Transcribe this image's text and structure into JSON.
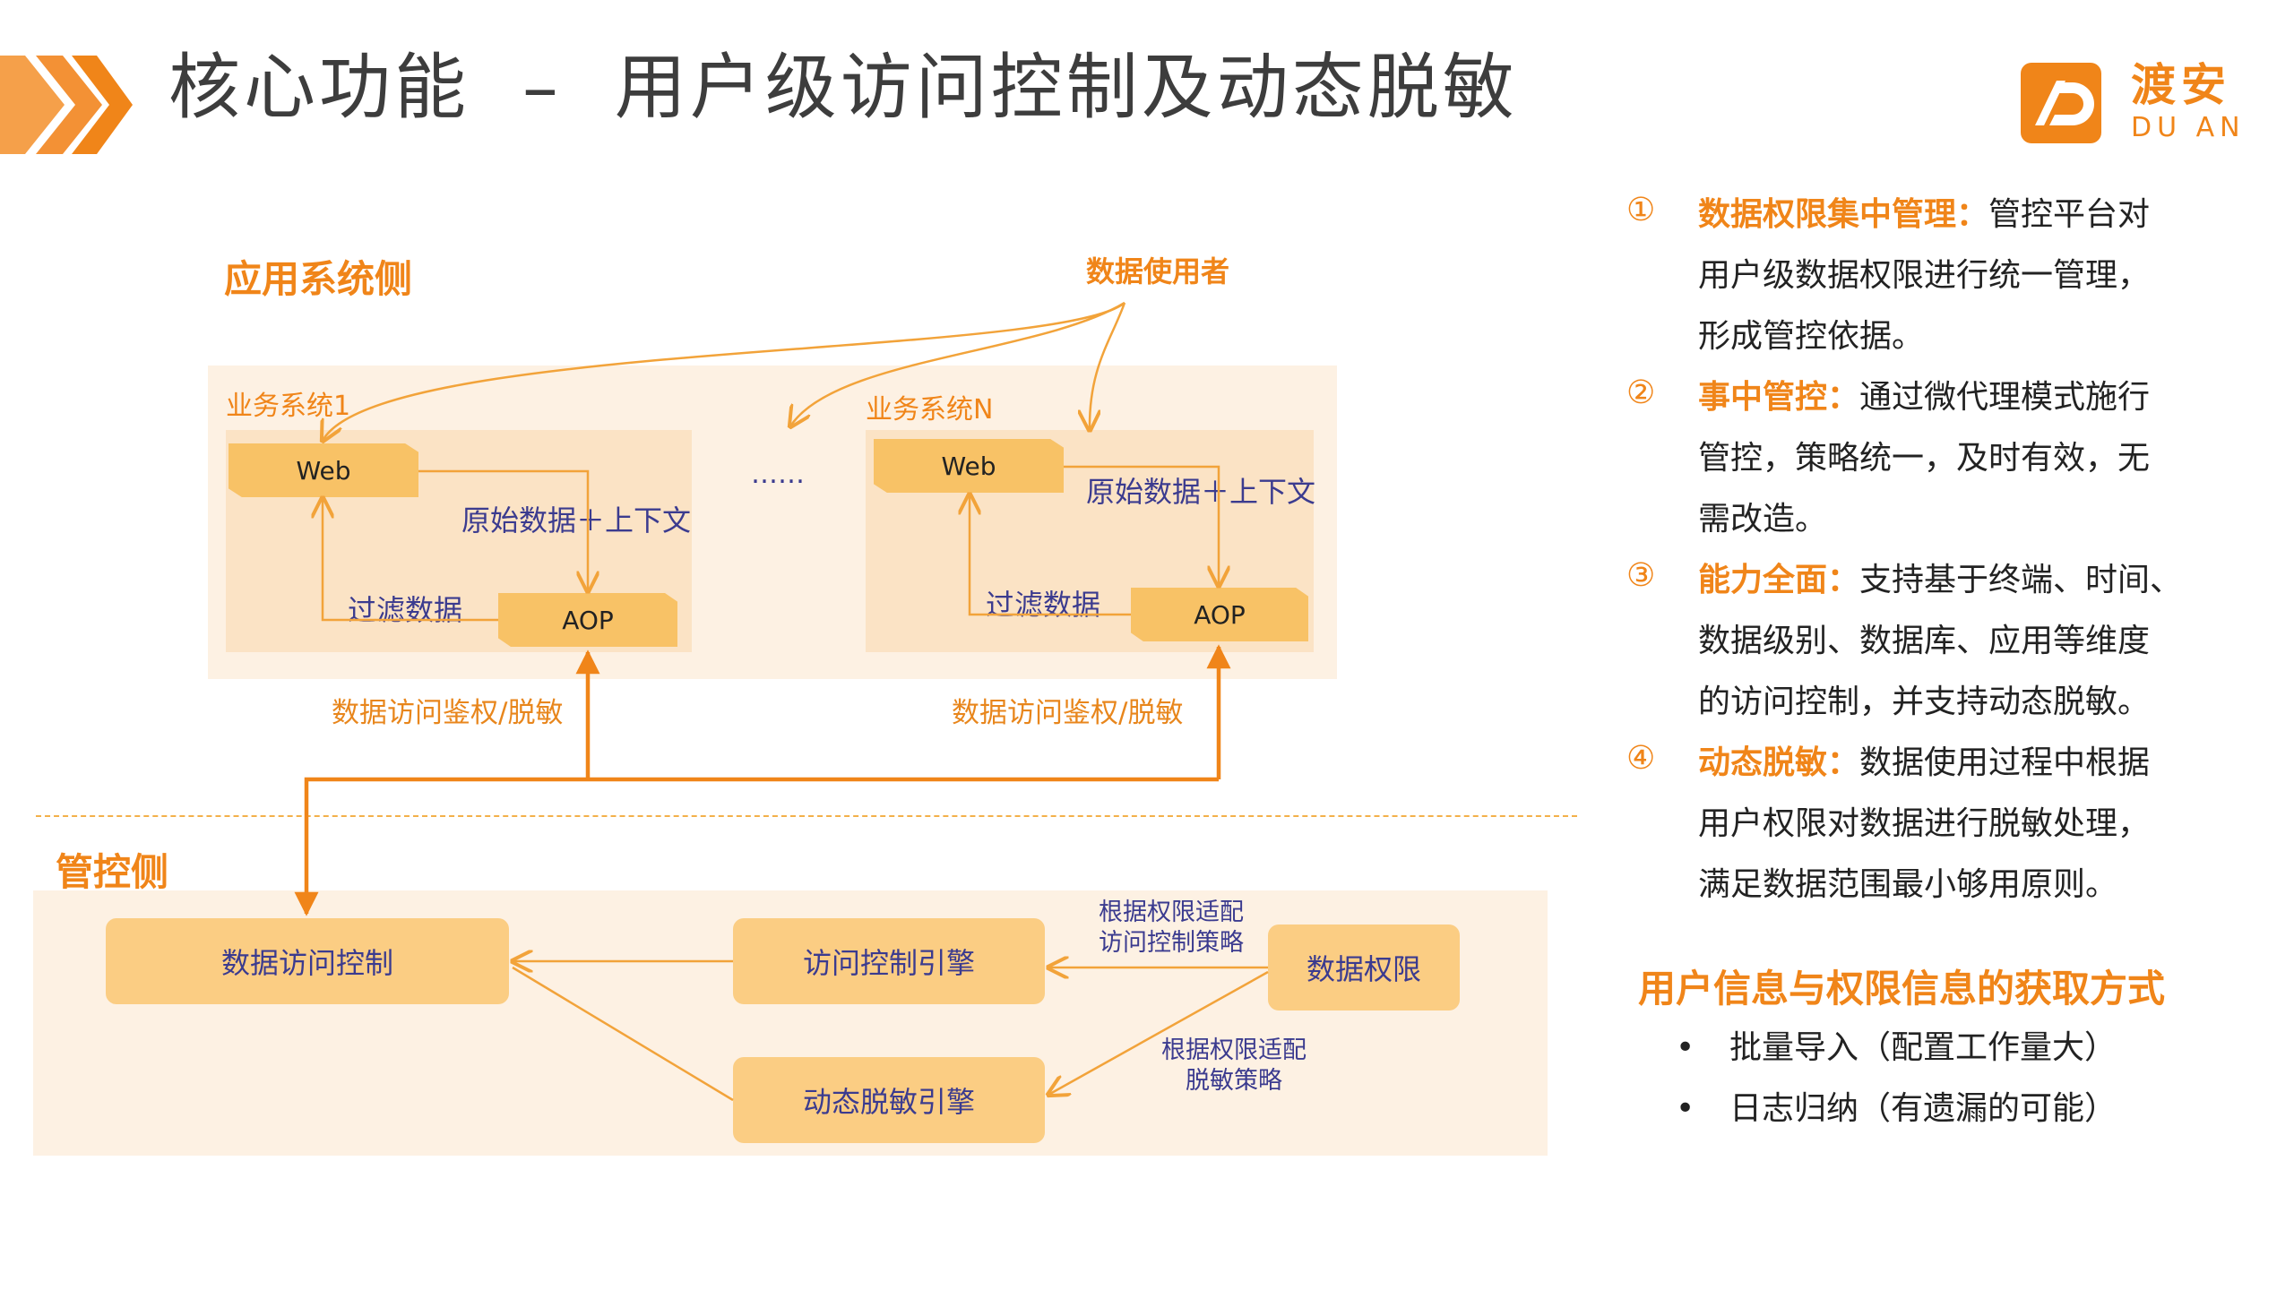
{
  "page": {
    "title": "核心功能  –  用户级访问控制及动态脱敏"
  },
  "logo": {
    "cn": "渡安",
    "en": "DU AN"
  },
  "colors": {
    "accent": "#f08519",
    "panel": "#fdf1e3",
    "node": "#fbcd83",
    "text_blue": "#3b3b8f"
  },
  "diagram": {
    "app_side_title": "应用系统侧",
    "data_user": "数据使用者",
    "system1": {
      "name": "业务系统1",
      "web": "Web",
      "aop": "AOP",
      "raw": "原始数据＋上下文",
      "filtered": "过滤数据",
      "auth": "数据访问鉴权/脱敏"
    },
    "ellipsis": "……",
    "systemN": {
      "name": "业务系统N",
      "web": "Web",
      "aop": "AOP",
      "raw": "原始数据＋上下文",
      "filtered": "过滤数据",
      "auth": "数据访问鉴权/脱敏"
    },
    "control_side_title": "管控侧",
    "nodes": {
      "access_control": "数据访问控制",
      "access_engine": "访问控制引擎",
      "mask_engine": "动态脱敏引擎",
      "permissions": "数据权限"
    },
    "edge_access_1": "根据权限适配",
    "edge_access_2": "访问控制策略",
    "edge_mask_1": "根据权限适配",
    "edge_mask_2": "脱敏策略"
  },
  "features": [
    {
      "num": "①",
      "head": "数据权限集中管理",
      "sep": "：",
      "lines": [
        "管控平台对",
        "用户级数据权限进行统一管理，",
        "形成管控依据。"
      ]
    },
    {
      "num": "②",
      "head": "事中管控",
      "sep": "：",
      "lines": [
        "通过微代理模式施行",
        "管控，策略统一，及时有效，无",
        "需改造。"
      ]
    },
    {
      "num": "③",
      "head": "能力全面",
      "sep": "：",
      "lines": [
        "支持基于终端、时间、",
        "数据级别、数据库、应用等维度",
        "的访问控制，并支持动态脱敏。"
      ]
    },
    {
      "num": "④",
      "head": "动态脱敏",
      "sep": "：",
      "lines": [
        "数据使用过程中根据",
        "用户权限对数据进行脱敏处理，",
        "满足数据范围最小够用原则。"
      ]
    }
  ],
  "info": {
    "title": "用户信息与权限信息的获取方式",
    "items": [
      "批量导入（配置工作量大）",
      "日志归纳（有遗漏的可能）"
    ]
  }
}
